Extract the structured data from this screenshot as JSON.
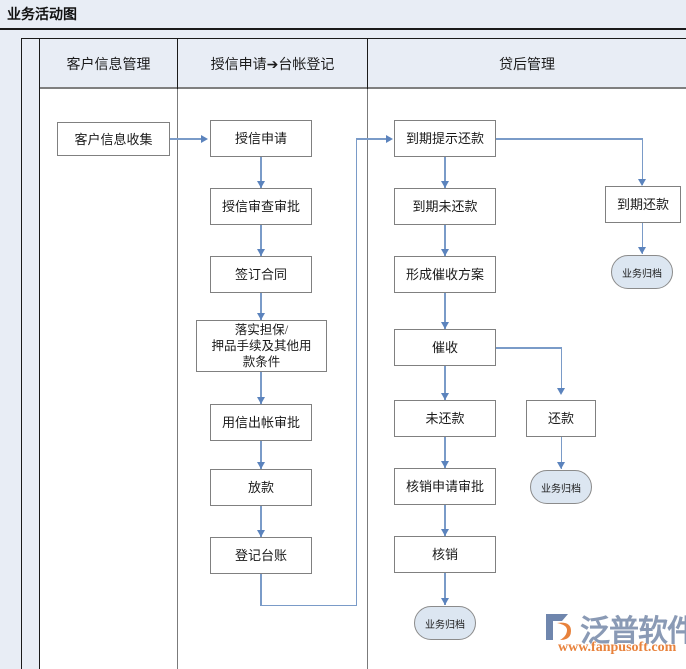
{
  "title": "业务活动图",
  "lanes": [
    {
      "label": "客户信息管理"
    },
    {
      "label": "授信申请➔台帐登记"
    },
    {
      "label": "贷后管理"
    }
  ],
  "nodes": {
    "customer_collect": "客户信息收集",
    "credit_apply": "授信申请",
    "credit_review": "授信审查审批",
    "sign_contract": "签订合同",
    "guarantee": "落实担保/\n押品手续及其他用\n款条件",
    "use_credit_approval": "用信出帐审批",
    "disburse": "放款",
    "register_ledger": "登记台账",
    "due_remind": "到期提示还款",
    "due_unpaid": "到期未还款",
    "collect_plan": "形成催收方案",
    "collection": "催收",
    "not_repaid": "未还款",
    "writeoff_apply": "核销申请审批",
    "writeoff": "核销",
    "due_repaid": "到期还款",
    "repaid": "还款",
    "archive_1": "业务归档",
    "archive_2": "业务归档",
    "archive_3": "业务归档"
  },
  "logo": {
    "name": "泛普软件",
    "url": "www.fanpusoft.com"
  },
  "colors": {
    "background": "#e8edf5",
    "lane_header": "#e8edf5",
    "node_border": "#808080",
    "node_fill": "#ffffff",
    "terminator_fill": "#dce6f1",
    "connector": "#7a9bc8",
    "arrow": "#5b83bd",
    "logo_text": "#8a9ab5",
    "logo_url": "#e8823c"
  }
}
